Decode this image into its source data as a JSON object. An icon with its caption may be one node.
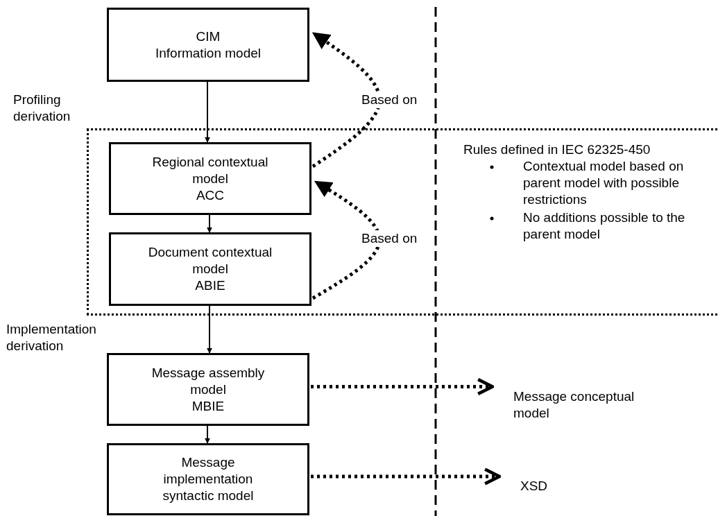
{
  "diagram": {
    "nodes": [
      {
        "text": [
          "CIM",
          "Information model"
        ]
      },
      {
        "text": [],
        "shape": "box"
      },
      {
        "text": [
          "Regional contextual model",
          "ACC"
        ],
        "in": 1
      },
      {
        "text": [
          "Document contextual model",
          "ABIE"
        ],
        "in": 1
      },
      {
        "text": [
          "Message assembly model",
          "MBIE"
        ]
      },
      {
        "text": [
          "Message implementation syntactic model"
        ]
      },
      {
        "text": [
          "Message conceptual model"
        ]
      },
      {
        "text": [
          "XSD"
        ]
      }
    ],
    "edges": [
      {
        "from": 0,
        "to": 2,
        "arrow": "to"
      },
      {
        "from": 2,
        "to": 3,
        "arrow": "to"
      },
      {
        "from": 3,
        "to": 4,
        "arrow": "to"
      },
      {
        "from": 4,
        "to": 5,
        "arrow": "to"
      },
      {
        "from": 2,
        "to": 0,
        "arrow": "to",
        "style": "dashed",
        "label": "Based on"
      },
      {
        "from": 3,
        "to": 2,
        "arrow": "to",
        "style": "dashed",
        "label": "Based on"
      },
      {
        "from": 4,
        "to": 6,
        "arrow": "to",
        "style": "dashed"
      },
      {
        "from": 5,
        "to": 7,
        "arrow": "to",
        "style": "dashed"
      }
    ],
    "labels": [
      "Profiling derivation",
      "Implementation derivation",
      "Rules defined in IEC 62325-450",
      "Contextual model based on parent model with possible restrictions",
      "No additions possible to the parent model"
    ]
  }
}
